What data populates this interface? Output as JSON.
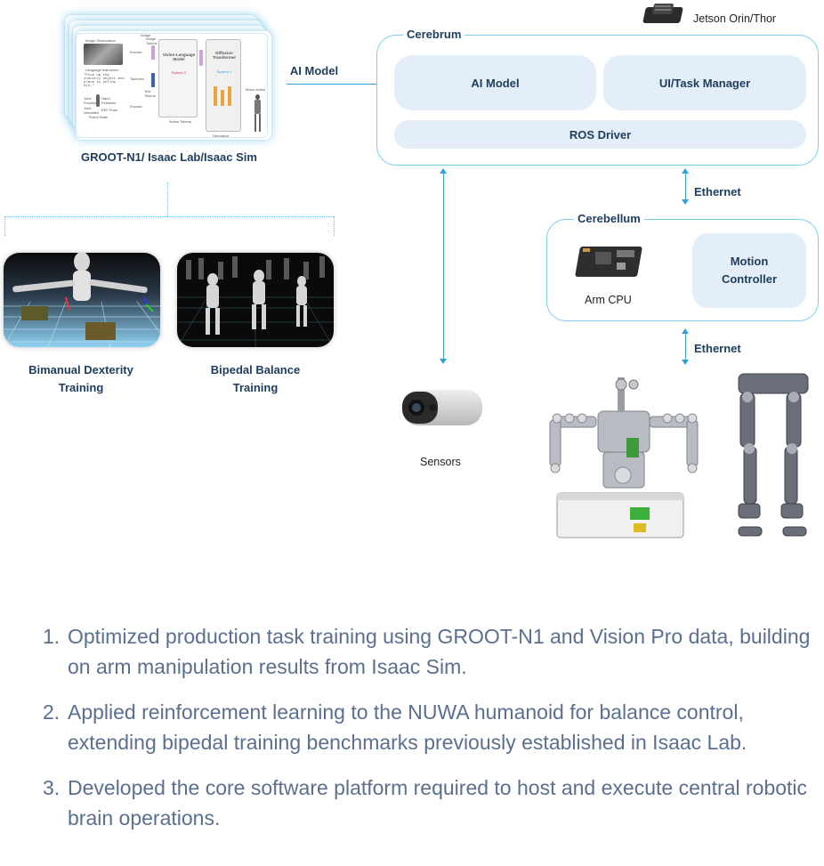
{
  "groot": {
    "caption": "GROOT-N1/ Isaac Lab/Isaac Sim",
    "inner": {
      "image": "Image",
      "image_observation": "Image Observation",
      "encode": "Encode",
      "image_tokens": "Image Tokens",
      "vlm_title": "Vision-Language Model",
      "system2": "System 2",
      "language_instruction": "Language Instruction",
      "instruction_text": "\"Pick up the industry object and place in yellow bin.\"",
      "tokenize": "Tokenize",
      "text_tokens": "Text Tokens",
      "dit_title": "Diffusion Transformer",
      "system1": "System 1",
      "motor_action": "Motor Action",
      "robot_state": "Robot State",
      "action_tokens": "Action Tokens",
      "denoising": "Denoising",
      "joint_positions": "Joint Positions",
      "hand_positions": "Hand Positions",
      "eef_pose": "EEF Pose",
      "joint_velocities": "Joint Velocities"
    }
  },
  "arrow_ai_model": "AI Model",
  "jetson": {
    "label": "Jetson Orin/Thor"
  },
  "cerebrum": {
    "title": "Cerebrum",
    "ai_model": "AI Model",
    "ui_task_manager": "UI/Task Manager",
    "ros_driver": "ROS Driver"
  },
  "ethernet_1": "Ethernet",
  "cerebellum": {
    "title": "Cerebellum",
    "arm_cpu": "Arm CPU",
    "motion_controller": "Motion Controller"
  },
  "ethernet_2": "Ethernet",
  "training": {
    "bimanual": "Bimanual Dexterity Training",
    "bipedal": "Bipedal Balance Training"
  },
  "sensors": {
    "label": "Sensors"
  },
  "list": [
    {
      "num": "1.",
      "text": "Optimized production task training using GROOT-N1 and Vision Pro data, building on arm manipulation results from Isaac Sim."
    },
    {
      "num": "2.",
      "text": "Applied reinforcement learning to the NUWA humanoid for balance control, extending bipedal training benchmarks previously established in Isaac Lab."
    },
    {
      "num": "3.",
      "text": "Developed the core software platform required to host and execute central robotic brain operations."
    }
  ],
  "colors": {
    "navy": "#1e3d5c",
    "panel_border": "#7dcfe8",
    "pill_fill": "#e3eef9",
    "arrow": "#2fa0d4",
    "list_text": "#5b6f8e"
  }
}
